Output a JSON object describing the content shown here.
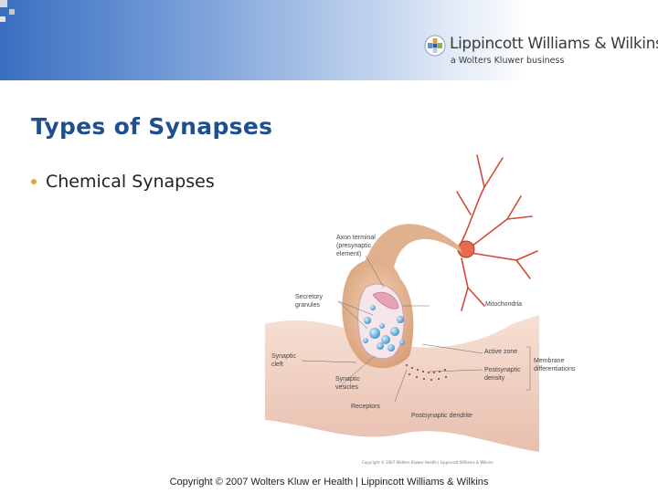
{
  "header": {
    "logo_name": "Lippincott Williams & Wilkins",
    "logo_subtitle": "a Wolters Kluwer business"
  },
  "slide": {
    "title": "Types of Synapses",
    "bullets": [
      "Chemical Synapses"
    ]
  },
  "figure": {
    "labels": {
      "axon_terminal": "Axon terminal\n(presynaptic\nelement)",
      "secretory_granules": "Secretory\ngranules",
      "mitochondria": "Mitochondria",
      "synaptic_cleft": "Synaptic\ncleft",
      "active_zone": "Active zone",
      "postsynaptic_density": "Postsynaptic\ndensity",
      "membrane_differentiations": "Membrane\ndifferentiations",
      "synaptic_vesicles": "Synaptic\nvesicles",
      "receptors": "Receptors",
      "postsynaptic_dendrite": "Postsynaptic dendrite"
    },
    "credit": "Copyright © 2007 Wolters Kluwer Health | Lippincott Williams & Wilkins"
  },
  "footer": {
    "copyright": "Copyright © 2007 Wolters Kluw er Health | Lippincott Williams & Wilkins"
  }
}
